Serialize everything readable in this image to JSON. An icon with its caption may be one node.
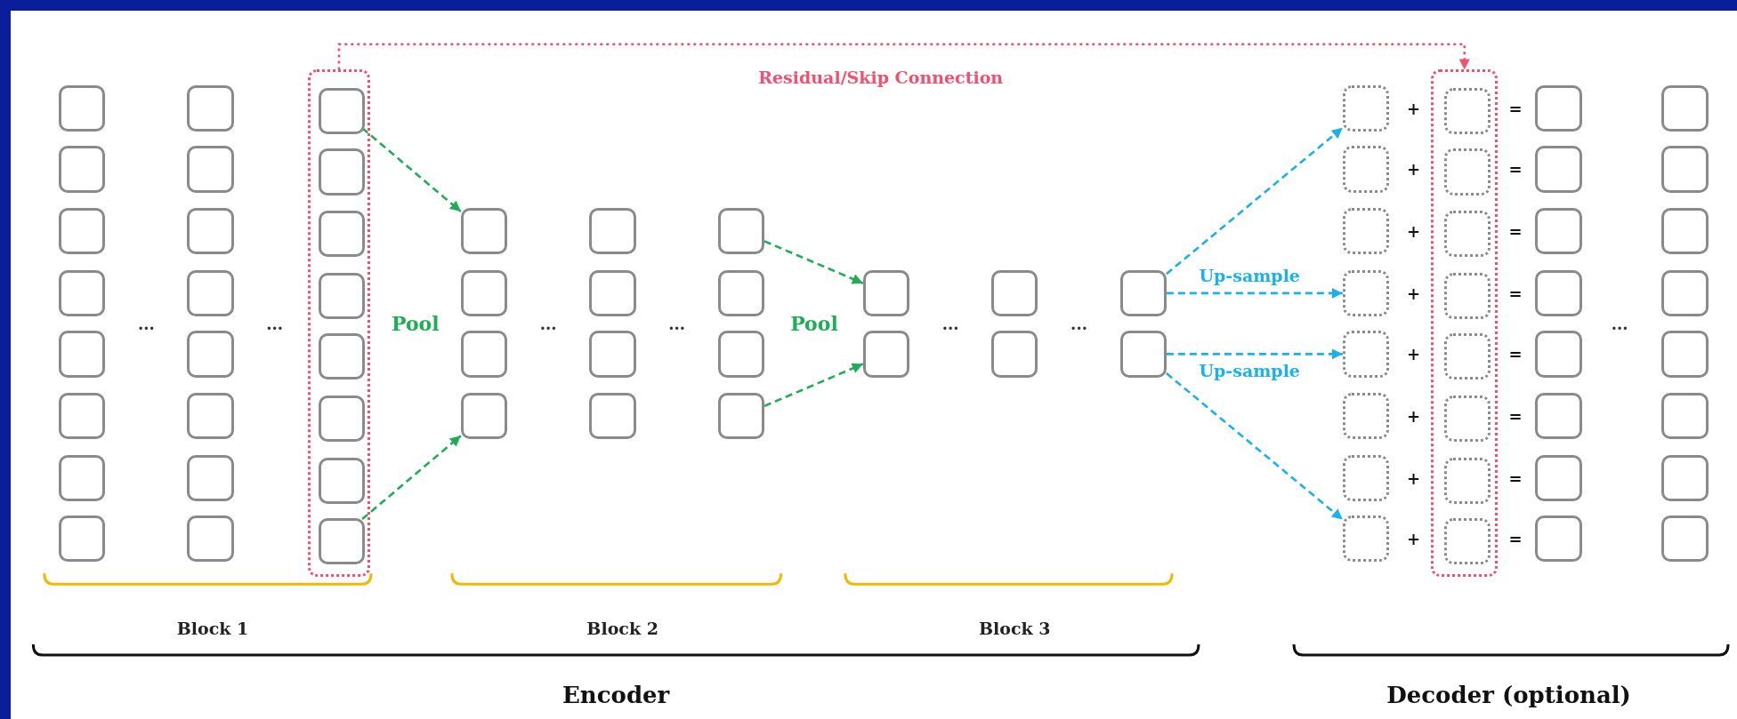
{
  "diagram": {
    "nodes": [
      {
        "text": [],
        "shape": "box"
      },
      {
        "text": [],
        "shape": "box"
      },
      {
        "text": [],
        "shape": "box"
      },
      {
        "text": [],
        "shape": "box"
      },
      {
        "text": [],
        "shape": "box"
      },
      {
        "text": [],
        "shape": "box"
      },
      {
        "text": [],
        "shape": "box"
      },
      {
        "text": [],
        "shape": "box"
      },
      {
        "text": [],
        "shape": "box"
      },
      {
        "text": [],
        "shape": "box"
      },
      {
        "text": [],
        "shape": "box"
      },
      {
        "text": [],
        "shape": "box"
      },
      {
        "text": [],
        "shape": "box"
      },
      {
        "text": [],
        "shape": "box"
      },
      {
        "text": [],
        "shape": "box"
      },
      {
        "text": [],
        "shape": "box"
      },
      {
        "text": [],
        "shape": "box"
      },
      {
        "text": [],
        "shape": "box",
        "in": 16
      },
      {
        "text": [],
        "shape": "box",
        "in": 16
      },
      {
        "text": [],
        "shape": "box",
        "in": 16
      },
      {
        "text": [],
        "shape": "box",
        "in": 16
      },
      {
        "text": [],
        "shape": "box",
        "in": 16
      },
      {
        "text": [],
        "shape": "box",
        "in": 16
      },
      {
        "text": [],
        "shape": "box",
        "in": 16
      },
      {
        "text": [],
        "shape": "box",
        "in": 16
      },
      {
        "text": [],
        "shape": "box"
      },
      {
        "text": [],
        "shape": "box"
      },
      {
        "text": [],
        "shape": "box"
      },
      {
        "text": [],
        "shape": "box"
      },
      {
        "text": [],
        "shape": "box"
      },
      {
        "text": [],
        "shape": "box"
      },
      {
        "text": [],
        "shape": "box"
      },
      {
        "text": [],
        "shape": "box"
      },
      {
        "text": [],
        "shape": "box"
      },
      {
        "text": [],
        "shape": "box"
      },
      {
        "text": [],
        "shape": "box"
      },
      {
        "text": [],
        "shape": "box"
      },
      {
        "text": [],
        "shape": "box"
      },
      {
        "text": [],
        "shape": "box"
      },
      {
        "text": [],
        "shape": "box"
      },
      {
        "text": [],
        "shape": "box"
      },
      {
        "text": [],
        "shape": "box"
      },
      {
        "text": [],
        "shape": "box"
      },
      {
        "text": [],
        "shape": "box"
      },
      {
        "text": [],
        "shape": "box"
      },
      {
        "text": [],
        "shape": "box"
      },
      {
        "text": [],
        "shape": "box"
      },
      {
        "text": [],
        "shape": "box"
      },
      {
        "text": [],
        "shape": "box"
      },
      {
        "text": [],
        "shape": "box"
      },
      {
        "text": [],
        "shape": "box"
      },
      {
        "text": [],
        "shape": "box"
      },
      {
        "text": [],
        "shape": "box",
        "in": 51
      },
      {
        "text": [],
        "shape": "box",
        "in": 51
      },
      {
        "text": [],
        "shape": "box",
        "in": 51
      },
      {
        "text": [],
        "shape": "box",
        "in": 51
      },
      {
        "text": [],
        "shape": "box",
        "in": 51
      },
      {
        "text": [],
        "shape": "box",
        "in": 51
      },
      {
        "text": [],
        "shape": "box",
        "in": 51
      },
      {
        "text": [],
        "shape": "box",
        "in": 51
      },
      {
        "text": [],
        "shape": "box"
      },
      {
        "text": [],
        "shape": "box"
      },
      {
        "text": [],
        "shape": "box"
      },
      {
        "text": [],
        "shape": "box"
      },
      {
        "text": [],
        "shape": "box"
      },
      {
        "text": [],
        "shape": "box"
      },
      {
        "text": [],
        "shape": "box"
      },
      {
        "text": [],
        "shape": "box"
      },
      {
        "text": [],
        "shape": "box"
      },
      {
        "text": [],
        "shape": "box"
      },
      {
        "text": [],
        "shape": "box"
      },
      {
        "text": [],
        "shape": "box"
      },
      {
        "text": [],
        "shape": "box"
      },
      {
        "text": [],
        "shape": "box"
      },
      {
        "text": [],
        "shape": "box"
      },
      {
        "text": [],
        "shape": "box"
      }
    ],
    "edges": [
      {
        "from": 17,
        "to": 25,
        "arrow": "to",
        "style": "dashed",
        "color": "#1fae55"
      },
      {
        "from": 24,
        "to": 28,
        "arrow": "to",
        "style": "dashed",
        "color": "#1fae55"
      },
      {
        "from": 33,
        "to": 37,
        "arrow": "to",
        "style": "dashed",
        "color": "#1fae55"
      },
      {
        "from": 36,
        "to": 38,
        "arrow": "to",
        "style": "dashed",
        "color": "#1fae55"
      },
      {
        "from": 41,
        "to": 43,
        "arrow": "to",
        "style": "dashed",
        "color": "#19b2ee"
      },
      {
        "from": 41,
        "to": 46,
        "arrow": "to",
        "style": "dashed",
        "color": "#19b2ee",
        "label": "Up-sample"
      },
      {
        "from": 42,
        "to": 47,
        "arrow": "to",
        "style": "dashed",
        "color": "#19b2ee",
        "label": "Up-sample"
      },
      {
        "from": 42,
        "to": 50,
        "arrow": "to",
        "style": "dashed",
        "color": "#19b2ee"
      },
      {
        "from": 16,
        "to": 51,
        "arrow": "to",
        "style": "dashed",
        "color": "#f2506e",
        "label": "Residual/Skip Connection"
      }
    ],
    "labels": [
      "+",
      "=",
      "+",
      "=",
      "+",
      "=",
      "+",
      "=",
      "...",
      "...",
      "Pool",
      "...",
      "...",
      "Pool",
      "...",
      "...",
      "...",
      "+",
      "=",
      "+",
      "=",
      "+",
      "=",
      "+",
      "=",
      "Block 1",
      "Block 2",
      "Block 3",
      "Encoder",
      "Decoder (optional)"
    ]
  }
}
